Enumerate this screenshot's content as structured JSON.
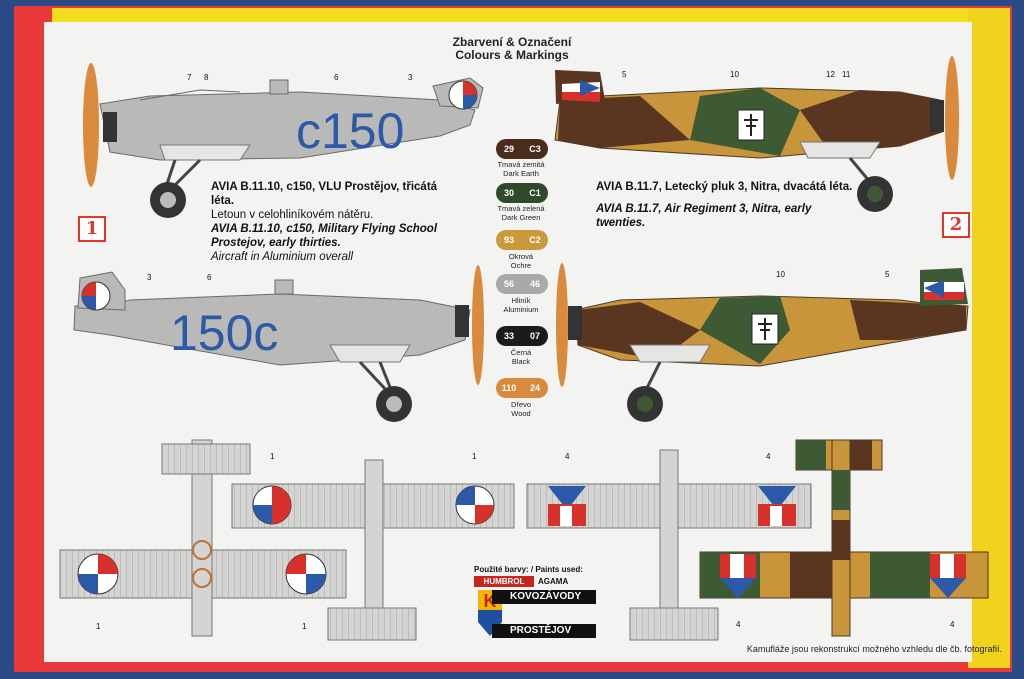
{
  "header": {
    "title_cz": "Zbarvení & Označení",
    "title_en": "Colours & Markings"
  },
  "aircraft1": {
    "badge": "1",
    "code_top": "c150",
    "code_bottom": "150c",
    "caption_cz_1": "AVIA B.11.10, c150, VLU Prostějov, třicátá",
    "caption_cz_2": "léta.",
    "caption_cz_3": "Letoun v celohliníkovém nátěru.",
    "caption_en_1": "AVIA B.11.10, c150, Military Flying School",
    "caption_en_2": "Prostejov, early thirties.",
    "caption_en_3": "Aircraft in Aluminium overall"
  },
  "aircraft2": {
    "badge": "2",
    "caption_cz": "AVIA B.11.7, Letecký pluk 3, Nitra, dvacátá léta.",
    "caption_en_1": "AVIA B.11.7, Air Regiment 3, Nitra, early",
    "caption_en_2": "twenties."
  },
  "callouts": {
    "c1": "1",
    "c3": "3",
    "c4": "4",
    "c5": "5",
    "c6": "6",
    "c7": "7",
    "c8": "8",
    "c10": "10",
    "c11": "11",
    "c12": "12"
  },
  "paints": [
    {
      "a": "29",
      "b": "C3",
      "cz": "Tmavá zemitá",
      "en": "Dark Earth",
      "color": "#4a2b1c"
    },
    {
      "a": "30",
      "b": "C1",
      "cz": "Tmavá zelená",
      "en": "Dark Green",
      "color": "#2f4a2a"
    },
    {
      "a": "93",
      "b": "C2",
      "cz": "Okrová",
      "en": "Ochre",
      "color": "#c99a3a"
    },
    {
      "a": "56",
      "b": "46",
      "cz": "Hliník",
      "en": "Aluminium",
      "color": "#a9a9a9"
    },
    {
      "a": "33",
      "b": "07",
      "cz": "Černá",
      "en": "Black",
      "color": "#1b1b1b"
    },
    {
      "a": "110",
      "b": "24",
      "cz": "Dřevo",
      "en": "Wood",
      "color": "#d98a3c"
    }
  ],
  "footer": {
    "paints_used": "Použité barvy: / Paints used:",
    "humbrol": "HUMBROL",
    "agama": "AGAMA",
    "brand1": "KOVOZÁVODY",
    "brand2": "PROSTĚJOV",
    "note": "Kamufláže jsou rekonstrukcí možného vzhledu dle čb. fotografií."
  },
  "colors": {
    "aluminium": "#b9b9b7",
    "blue_code": "#2c5aa8",
    "earth": "#5a3520",
    "green": "#3d5a35",
    "ochre": "#c8953a",
    "red": "#d8312b"
  }
}
